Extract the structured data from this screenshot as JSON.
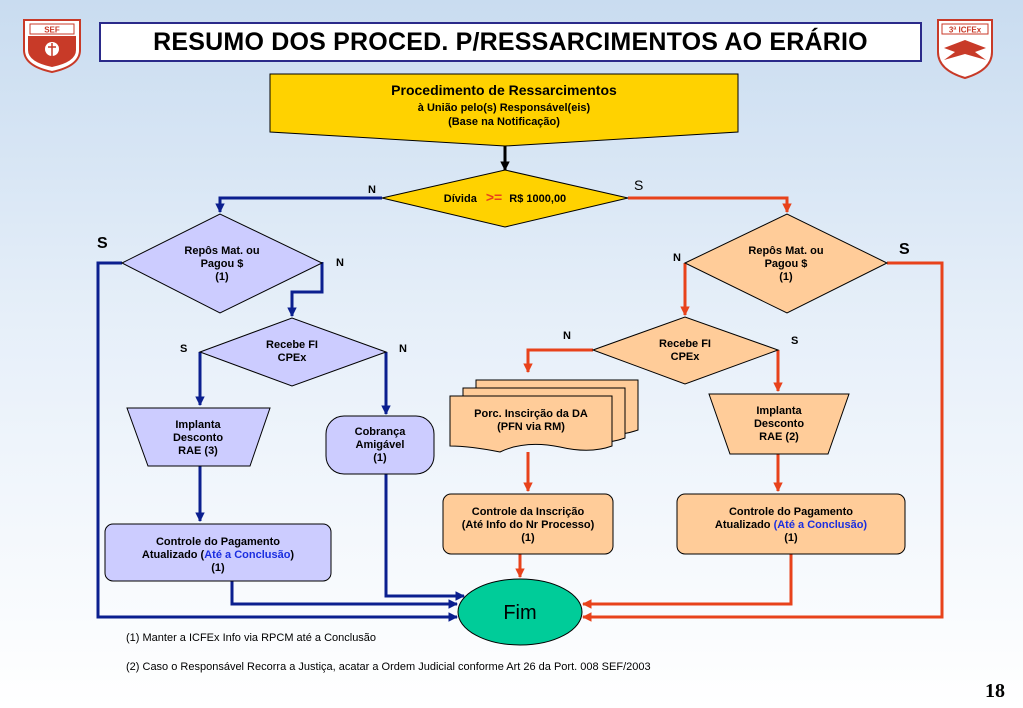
{
  "header": {
    "title": "RESUMO DOS PROCED. P/RESSARCIMENTOS AO ERÁRIO",
    "logo_left_text": "SEF",
    "logo_right_text": "3ª ICFEx"
  },
  "nodes": {
    "start": {
      "line1": "Procedimento de Ressarcimentos",
      "line2": "à União pelo(s) Responsável(eis)",
      "line3": "(Base na Notificação)"
    },
    "divida": {
      "label": "Dívida",
      "operator": ">=",
      "value": "R$  1000,00"
    },
    "repos_left": {
      "line1": "Repôs Mat. ou",
      "line2": "Pagou $",
      "line3": "(1)"
    },
    "repos_right": {
      "line1": "Repôs Mat. ou",
      "line2": "Pagou $",
      "line3": "(1)"
    },
    "recebe_left": {
      "line1": "Recebe FI",
      "line2": "CPEx"
    },
    "recebe_right": {
      "line1": "Recebe FI",
      "line2": "CPEx"
    },
    "implanta_left": {
      "line1": "Implanta",
      "line2": "Desconto",
      "line3": "RAE (3)"
    },
    "implanta_right": {
      "line1": "Implanta",
      "line2": "Desconto",
      "line3": "RAE (2)"
    },
    "cobranca": {
      "line1": "Cobrança",
      "line2": "Amigável",
      "line3": "(1)"
    },
    "porc": {
      "line1": "Porc. Inscirção da DA",
      "line2": "(PFN via RM)"
    },
    "controle_left": {
      "line1": "Controle do Pagamento",
      "line2a": "Atualizado (",
      "line2b": "Até a Conclusão",
      "line2c": ")",
      "line3": "(1)"
    },
    "controle_insc": {
      "line1": "Controle da Inscrição",
      "line2": "(Até Info do Nr Processo)",
      "line3": "(1)"
    },
    "controle_right": {
      "line1": "Controle do Pagamento",
      "line2a": "Atualizado ",
      "line2b": "(Até a Conclusão)",
      "line3": "(1)"
    },
    "fim": {
      "label": "Fim"
    }
  },
  "edge_labels": {
    "divida_n": "N",
    "divida_s": "S",
    "repos_left_s": "S",
    "repos_left_n": "N",
    "repos_right_n": "N",
    "repos_right_s": "S",
    "recebe_left_s": "S",
    "recebe_left_n": "N",
    "recebe_right_n": "N",
    "recebe_right_s": "S"
  },
  "footnotes": {
    "note1": "(1) Manter a ICFEx Info via RPCM  até a Conclusão",
    "note2": "(2) Caso o Responsável Recorra a Justiça, acatar a Ordem Judicial conforme Art 26 da Port. 008 SEF/2003"
  },
  "page_number": "18",
  "colors": {
    "blue_line": "#0b1f8f",
    "red_line": "#e8421b",
    "yellow_fill": "#ffd200",
    "lavender_fill": "#ccccff",
    "peach_fill": "#ffcc99",
    "fim_fill": "#00cc99"
  }
}
